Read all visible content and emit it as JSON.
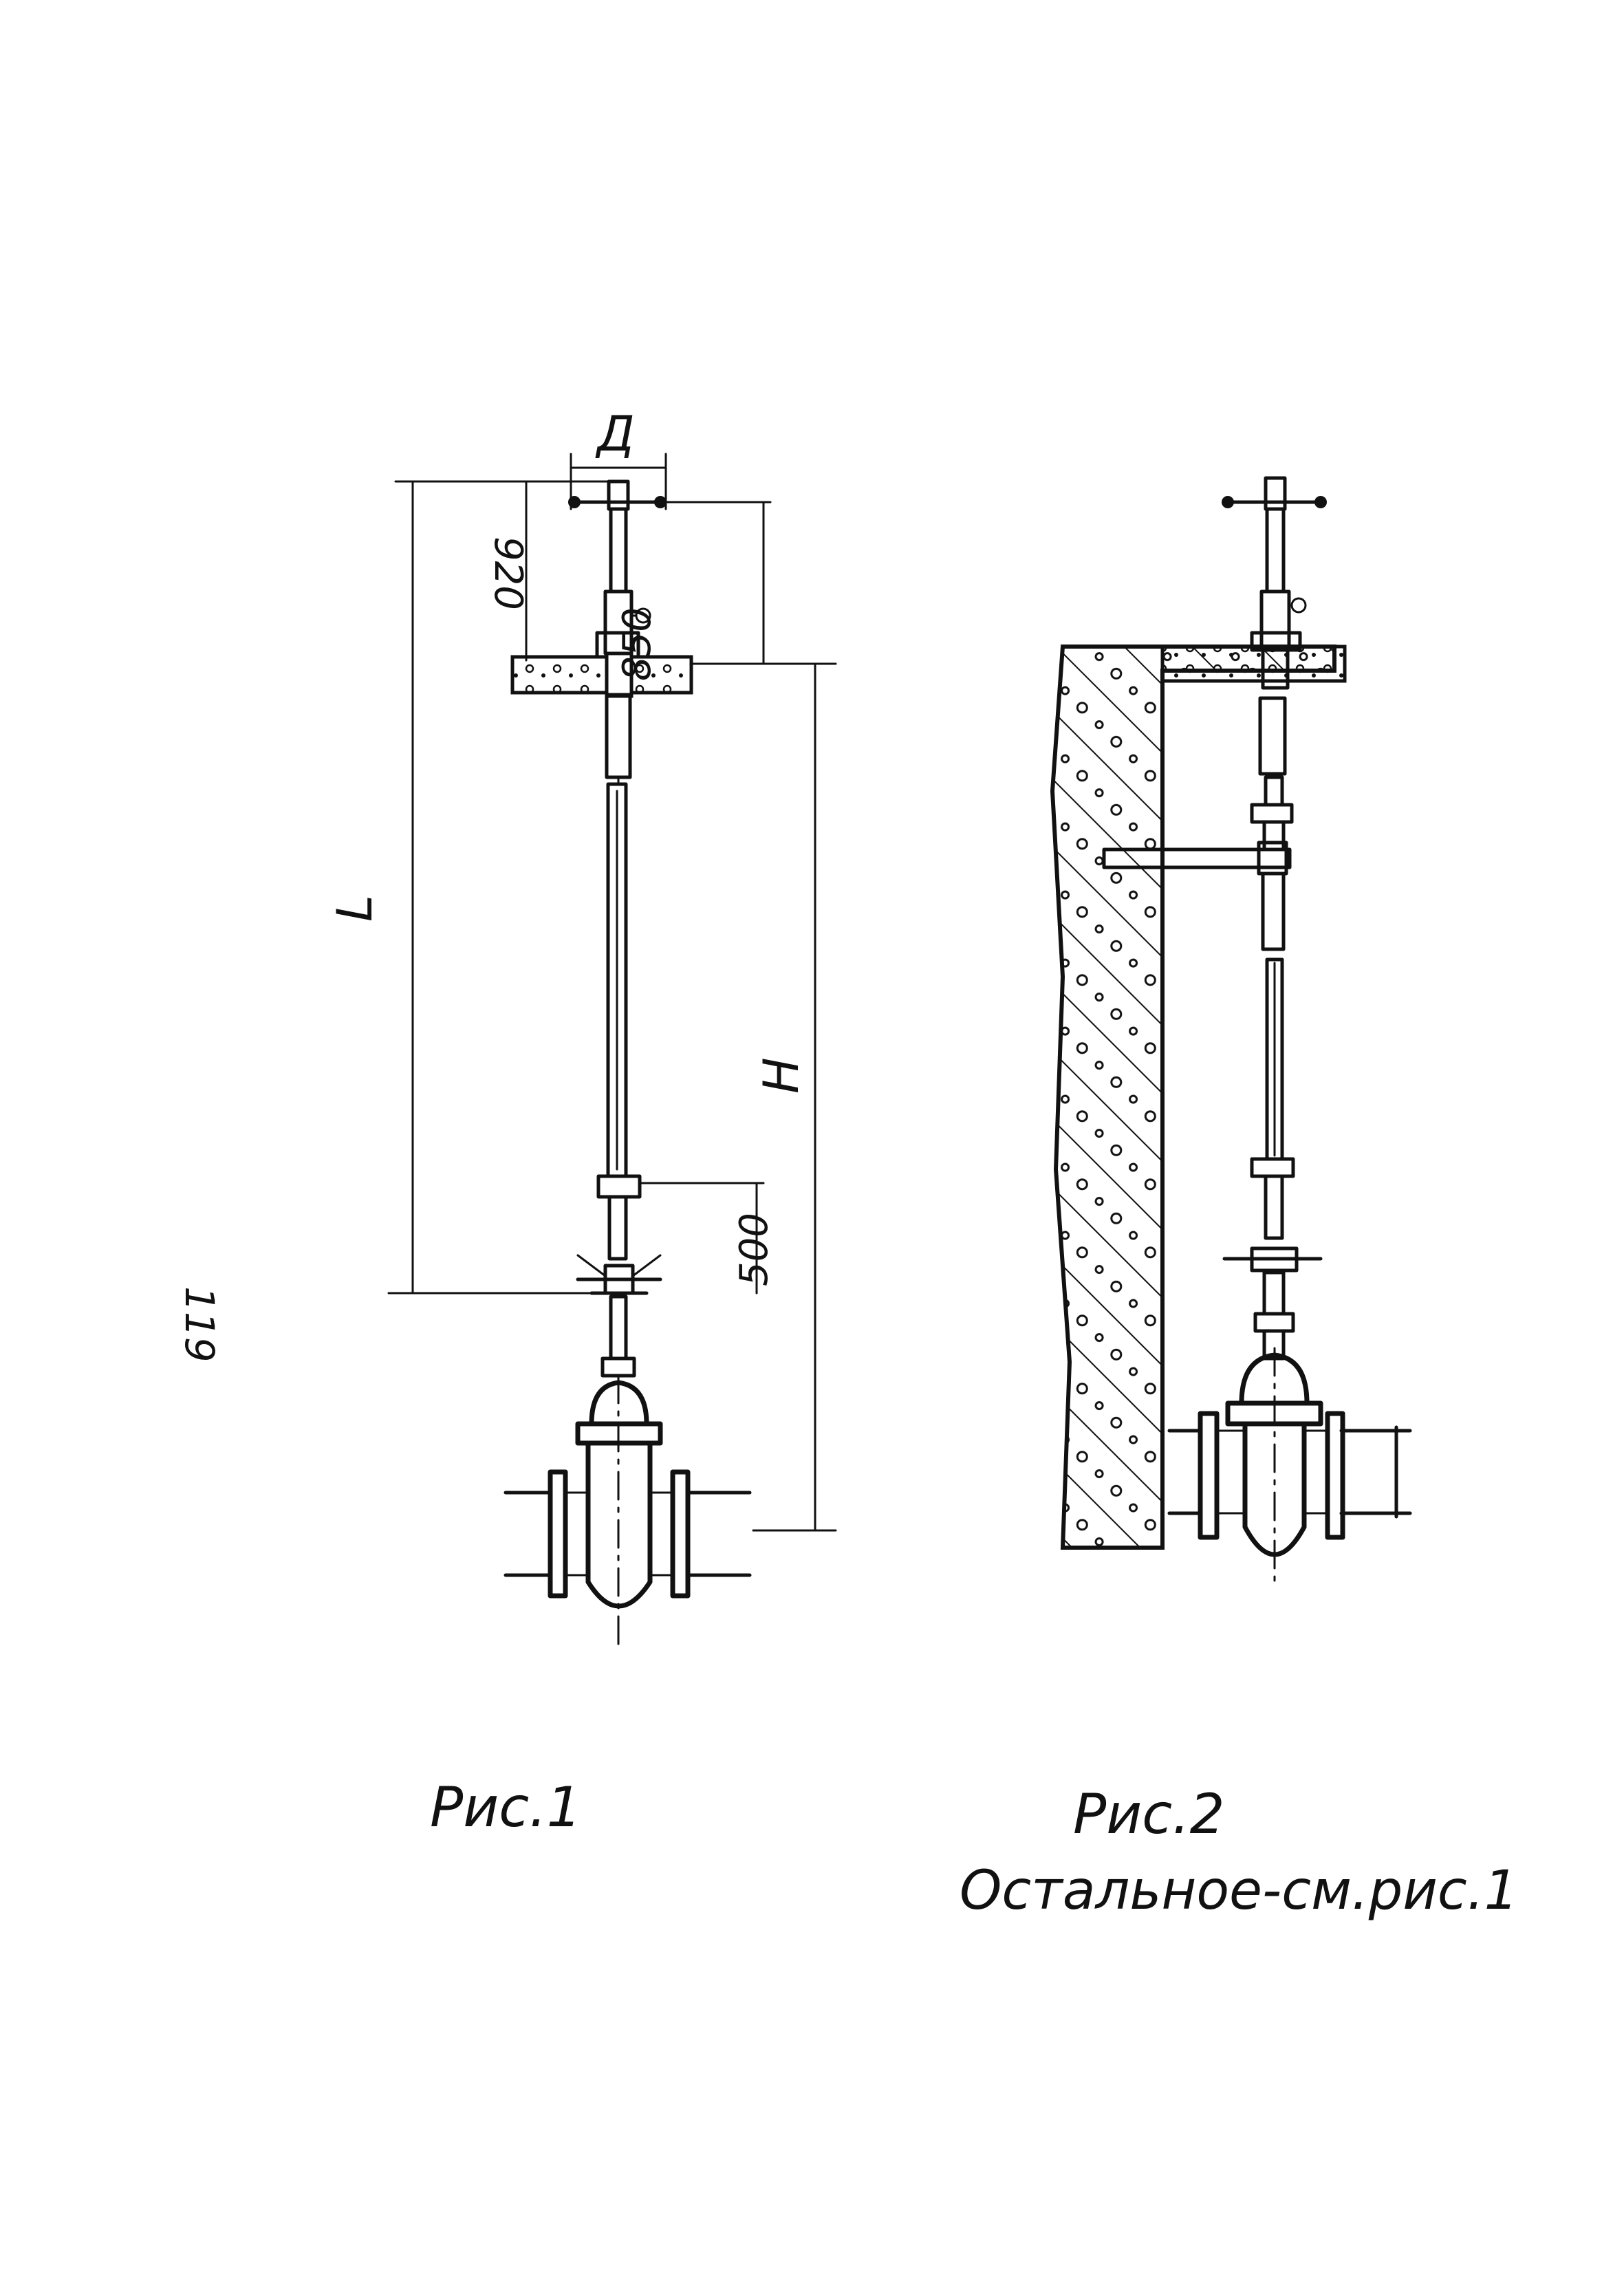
{
  "page_number": "119",
  "figure1": {
    "caption": "Рис.1",
    "dim_d": "Д",
    "dim_920": "920",
    "dim_850": "850",
    "dim_L": "L",
    "dim_H": "H",
    "dim_500": "500"
  },
  "figure2": {
    "caption": "Рис.2",
    "note": "Остальное-см.рис.1"
  },
  "colors": {
    "ink": "#111111",
    "paper": "#ffffff"
  }
}
